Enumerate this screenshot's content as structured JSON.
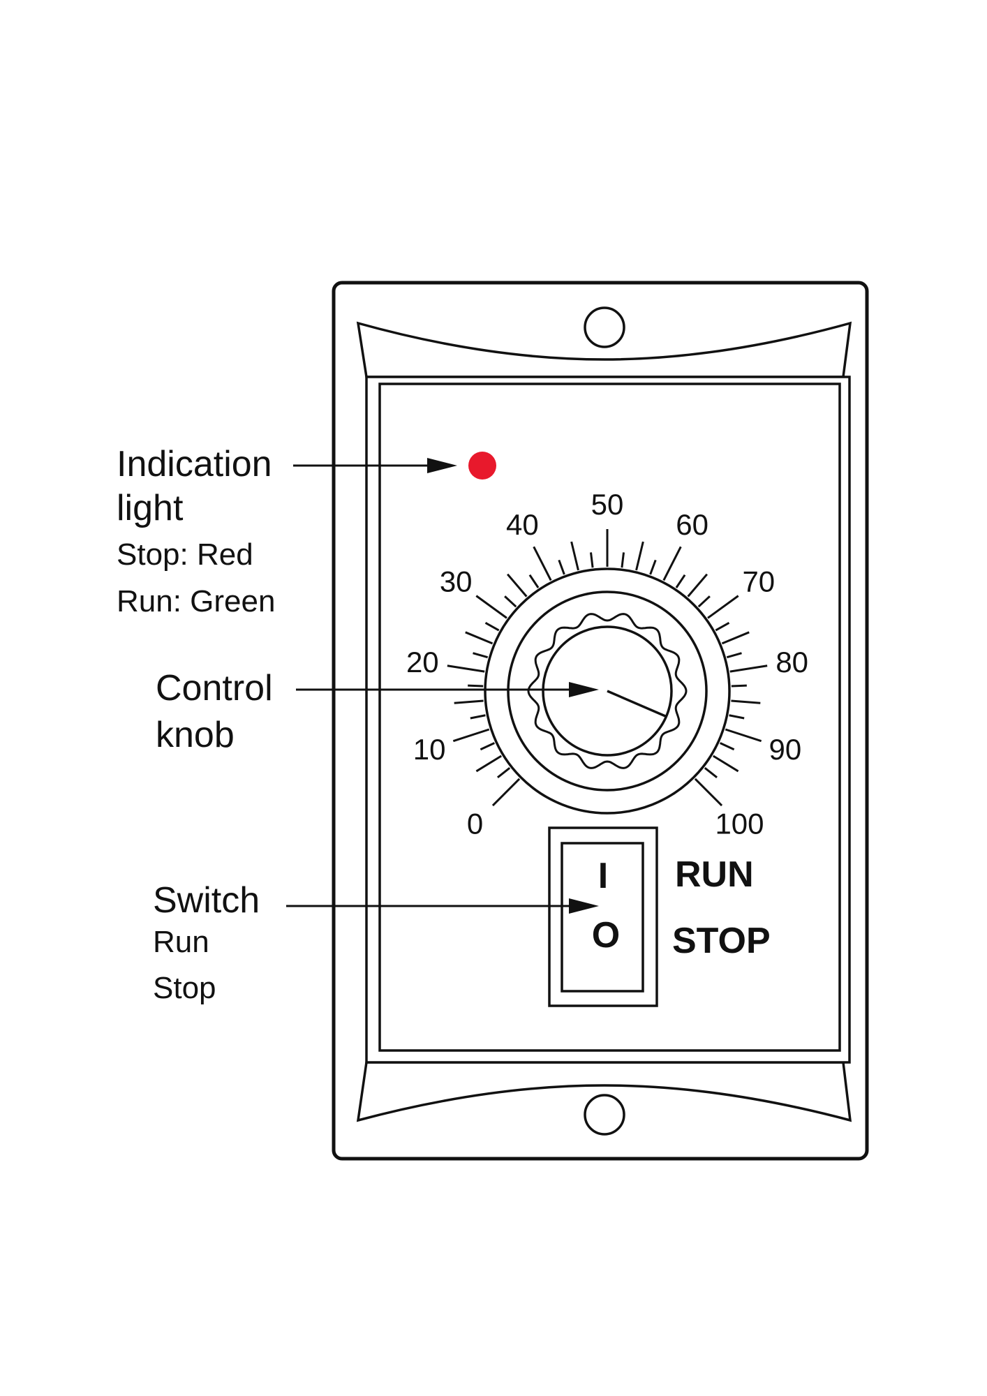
{
  "callouts": {
    "indication": {
      "title1": "Indication",
      "title2": "light",
      "line1": "Stop: Red",
      "line2": "Run: Green"
    },
    "knob": {
      "title1": "Control",
      "title2": "knob"
    },
    "switch": {
      "title": "Switch",
      "line1": "Run",
      "line2": "Stop"
    }
  },
  "indicator": {
    "color": "#e8192c",
    "state": "Stop"
  },
  "dial": {
    "min": 0,
    "max": 100,
    "labels": [
      "0",
      "10",
      "20",
      "30",
      "40",
      "50",
      "60",
      "70",
      "80",
      "90",
      "100"
    ],
    "pointer_value": 92
  },
  "switch": {
    "on_symbol": "I",
    "off_symbol": "O",
    "on_label": "RUN",
    "off_label": "STOP"
  }
}
